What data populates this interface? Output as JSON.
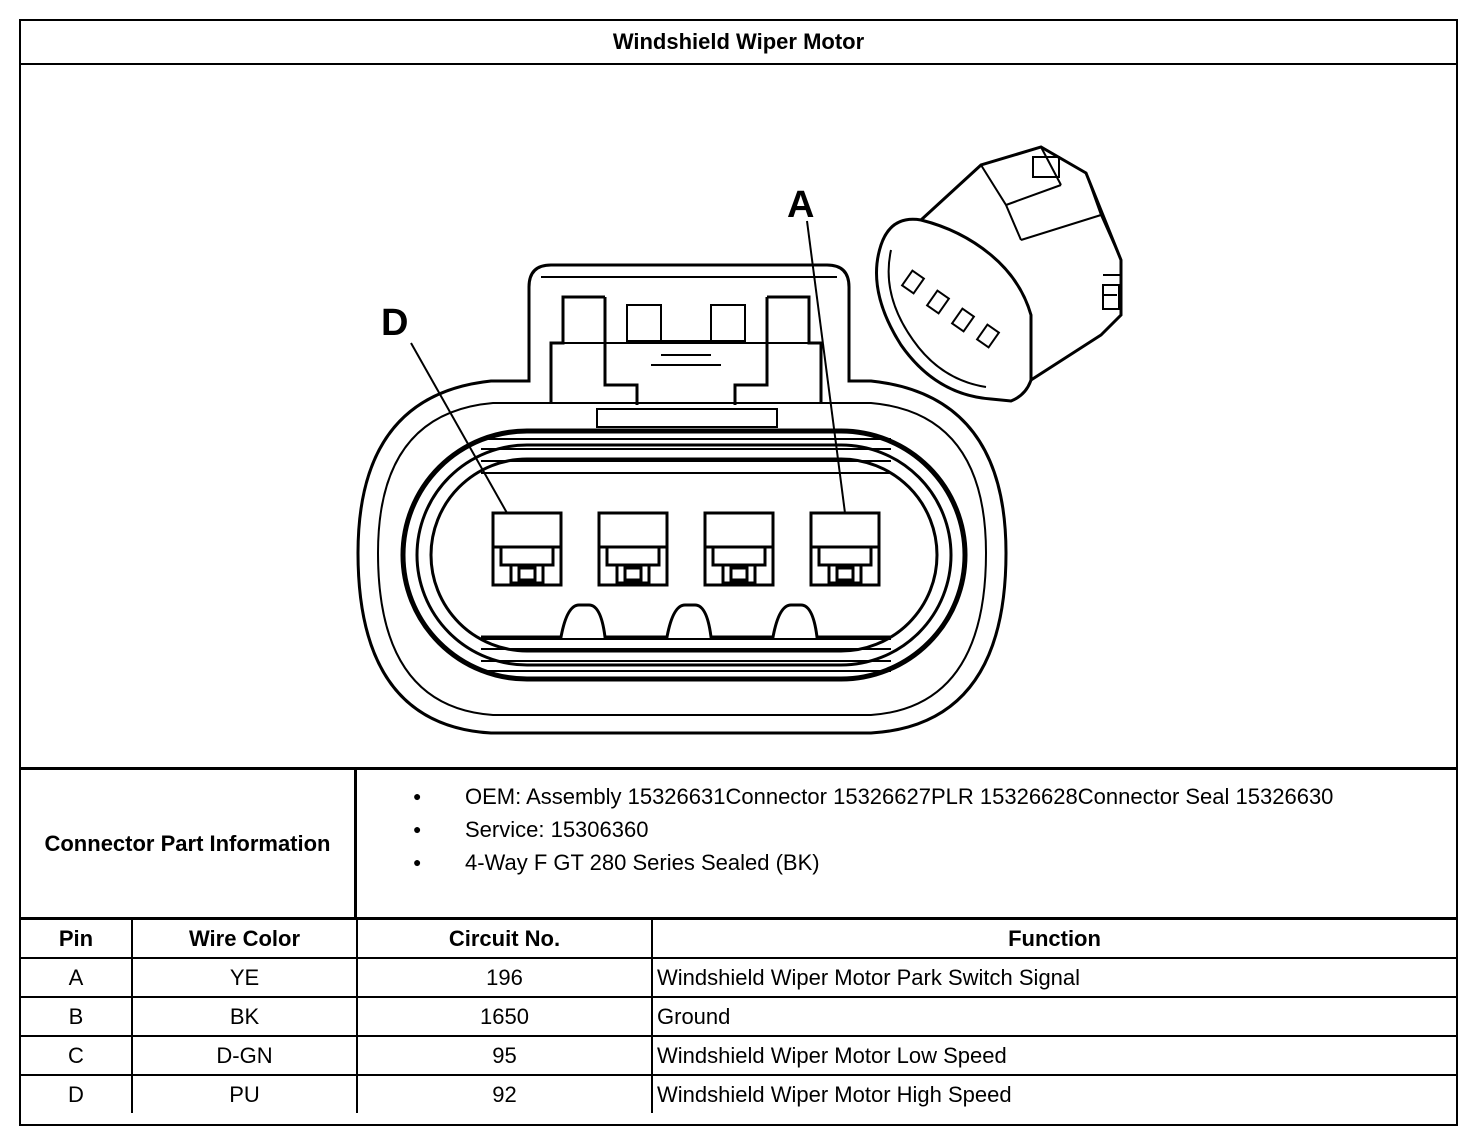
{
  "title": "Windshield Wiper Motor",
  "diagram": {
    "callouts": [
      "D",
      "A"
    ]
  },
  "connector_info": {
    "label": "Connector Part Information",
    "items": [
      "OEM: Assembly 15326631Connector 15326627PLR 15326628Connector Seal 15326630",
      "Service: 15306360",
      "4-Way F GT 280 Series Sealed (BK)"
    ]
  },
  "pin_table": {
    "headers": [
      "Pin",
      "Wire Color",
      "Circuit No.",
      "Function"
    ],
    "rows": [
      [
        "A",
        "YE",
        "196",
        "Windshield Wiper Motor Park Switch Signal"
      ],
      [
        "B",
        "BK",
        "1650",
        "Ground"
      ],
      [
        "C",
        "D-GN",
        "95",
        "Windshield Wiper Motor Low Speed"
      ],
      [
        "D",
        "PU",
        "92",
        "Windshield Wiper Motor High Speed"
      ]
    ]
  }
}
